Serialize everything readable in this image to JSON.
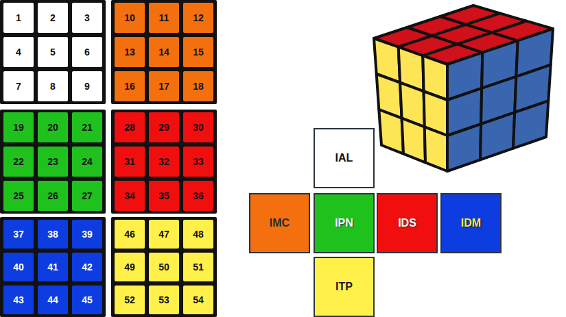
{
  "diagram": {
    "nodes": [
      {
        "text": [
          "1"
        ]
      },
      {
        "text": [
          "2"
        ]
      },
      {
        "text": [
          "3"
        ]
      },
      {
        "text": [
          "4"
        ]
      },
      {
        "text": [
          "5"
        ]
      },
      {
        "text": [
          "6"
        ]
      },
      {
        "text": [
          "7"
        ]
      },
      {
        "text": [
          "8"
        ]
      },
      {
        "text": [
          "9"
        ]
      },
      {
        "text": [
          "10"
        ]
      },
      {
        "text": [
          "11"
        ]
      },
      {
        "text": [
          "12"
        ]
      },
      {
        "text": [
          "13"
        ]
      },
      {
        "text": [
          "14"
        ]
      },
      {
        "text": [
          "15"
        ]
      },
      {
        "text": [
          "16"
        ]
      },
      {
        "text": [
          "17"
        ]
      },
      {
        "text": [
          "18"
        ]
      },
      {
        "text": [
          "19"
        ]
      },
      {
        "text": [
          "20"
        ]
      },
      {
        "text": [
          "21"
        ]
      },
      {
        "text": [
          "22"
        ]
      },
      {
        "text": [
          "23"
        ]
      },
      {
        "text": [
          "24"
        ]
      },
      {
        "text": [
          "25"
        ]
      },
      {
        "text": [
          "26"
        ]
      },
      {
        "text": [
          "27"
        ]
      },
      {
        "text": [
          "28"
        ]
      },
      {
        "text": [
          "29"
        ]
      },
      {
        "text": [
          "30"
        ]
      },
      {
        "text": [
          "31"
        ]
      },
      {
        "text": [
          "32"
        ]
      },
      {
        "text": [
          "33"
        ]
      },
      {
        "text": [
          "34"
        ]
      },
      {
        "text": [
          "35"
        ]
      },
      {
        "text": [
          "36"
        ]
      },
      {
        "text": [
          "37"
        ]
      },
      {
        "text": [
          "38"
        ]
      },
      {
        "text": [
          "39"
        ]
      },
      {
        "text": [
          "40"
        ]
      },
      {
        "text": [
          "41"
        ]
      },
      {
        "text": [
          "42"
        ]
      },
      {
        "text": [
          "43"
        ]
      },
      {
        "text": [
          "44"
        ]
      },
      {
        "text": [
          "45"
        ]
      },
      {
        "text": [
          "46"
        ]
      },
      {
        "text": [
          "47"
        ]
      },
      {
        "text": [
          "48"
        ]
      },
      {
        "text": [
          "49"
        ]
      },
      {
        "text": [
          "50"
        ]
      },
      {
        "text": [
          "51"
        ]
      },
      {
        "text": [
          "52"
        ]
      },
      {
        "text": [
          "53"
        ]
      },
      {
        "text": [
          "54"
        ]
      },
      {
        "text": [
          "IAL"
        ]
      },
      {
        "text": [
          "IMC"
        ]
      },
      {
        "text": [
          "IPN"
        ]
      },
      {
        "text": [
          "IDS"
        ]
      },
      {
        "text": [
          "IDM"
        ]
      },
      {
        "text": [
          "ITP"
        ]
      }
    ]
  }
}
